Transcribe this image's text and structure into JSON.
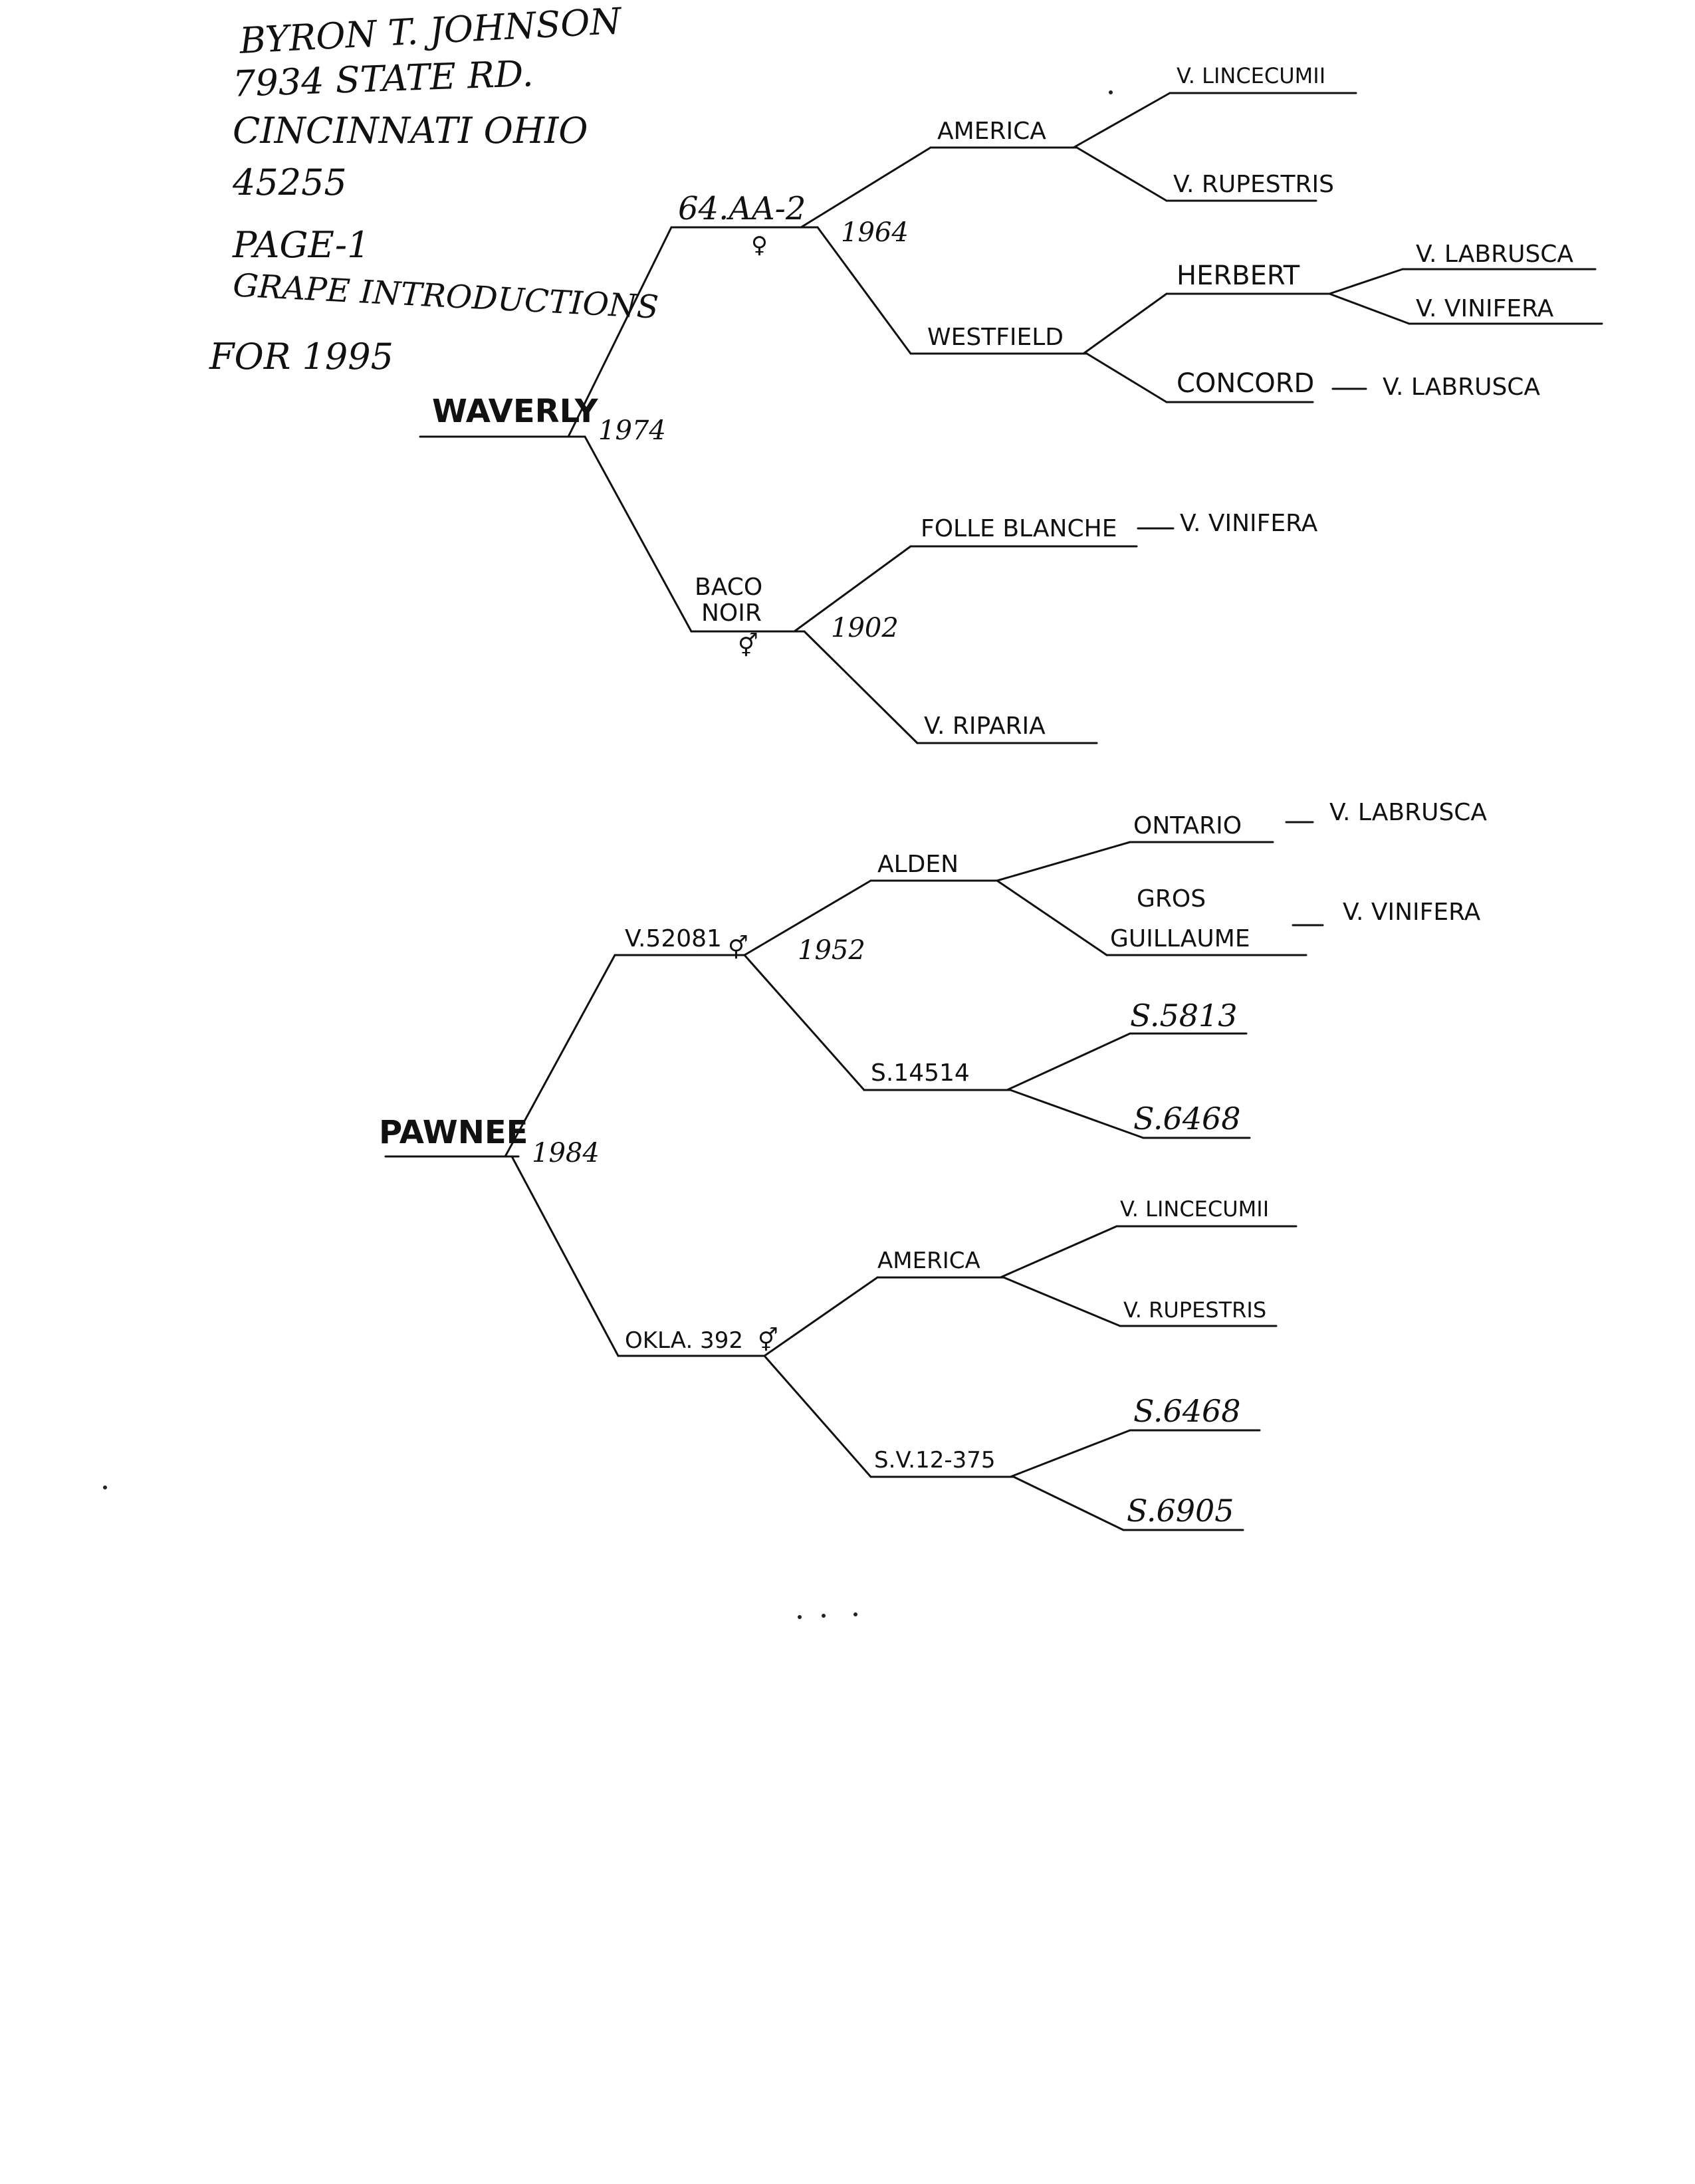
{
  "header": {
    "name": "BYRON T. JOHNSON",
    "street": "7934 STATE RD.",
    "city": "CINCINNATI OHIO",
    "zip": "45255",
    "page": "PAGE-1",
    "title_line1": "GRAPE INTRODUCTIONS",
    "title_line2": "FOR 1995"
  },
  "tree_waverly": {
    "root": "WAVERLY",
    "root_year": "1974",
    "p1": "64.AA-2",
    "p1_year": "1964",
    "p1_sym": "♀",
    "p1a": "AMERICA",
    "p1a1": "V. LINCECUMII",
    "p1a2": "V. RUPESTRIS",
    "p1b": "WESTFIELD",
    "p1b1": "HERBERT",
    "p1b1a": "V. LABRUSCA",
    "p1b1b": "V. VINIFERA",
    "p1b2": "CONCORD",
    "p1b2_parent": "V. LABRUSCA",
    "p2_line1": "BACO",
    "p2_line2": "NOIR",
    "p2_sym": "⚥",
    "p2_year": "1902",
    "p2a": "FOLLE BLANCHE",
    "p2a_parent": "V. VINIFERA",
    "p2b": "V. RIPARIA"
  },
  "tree_pawnee": {
    "root": "PAWNEE",
    "root_year": "1984",
    "p1": "V.52081",
    "p1_sym": "⚥",
    "p1_year": "1952",
    "p1a": "ALDEN",
    "p1a1": "ONTARIO",
    "p1a1_parent": "V. LABRUSCA",
    "p1a2_line1": "GROS",
    "p1a2_line2": "GUILLAUME",
    "p1a2_parent": "V. VINIFERA",
    "p1b": "S.14514",
    "p1b1": "S.5813",
    "p1b2": "S.6468",
    "p2": "OKLA. 392",
    "p2_sym": "⚥",
    "p2a": "AMERICA",
    "p2a1": "V. LINCECUMII",
    "p2a2": "V. RUPESTRIS",
    "p2b": "S.V.12-375",
    "p2b1": "S.6468",
    "p2b2": "S.6905"
  }
}
